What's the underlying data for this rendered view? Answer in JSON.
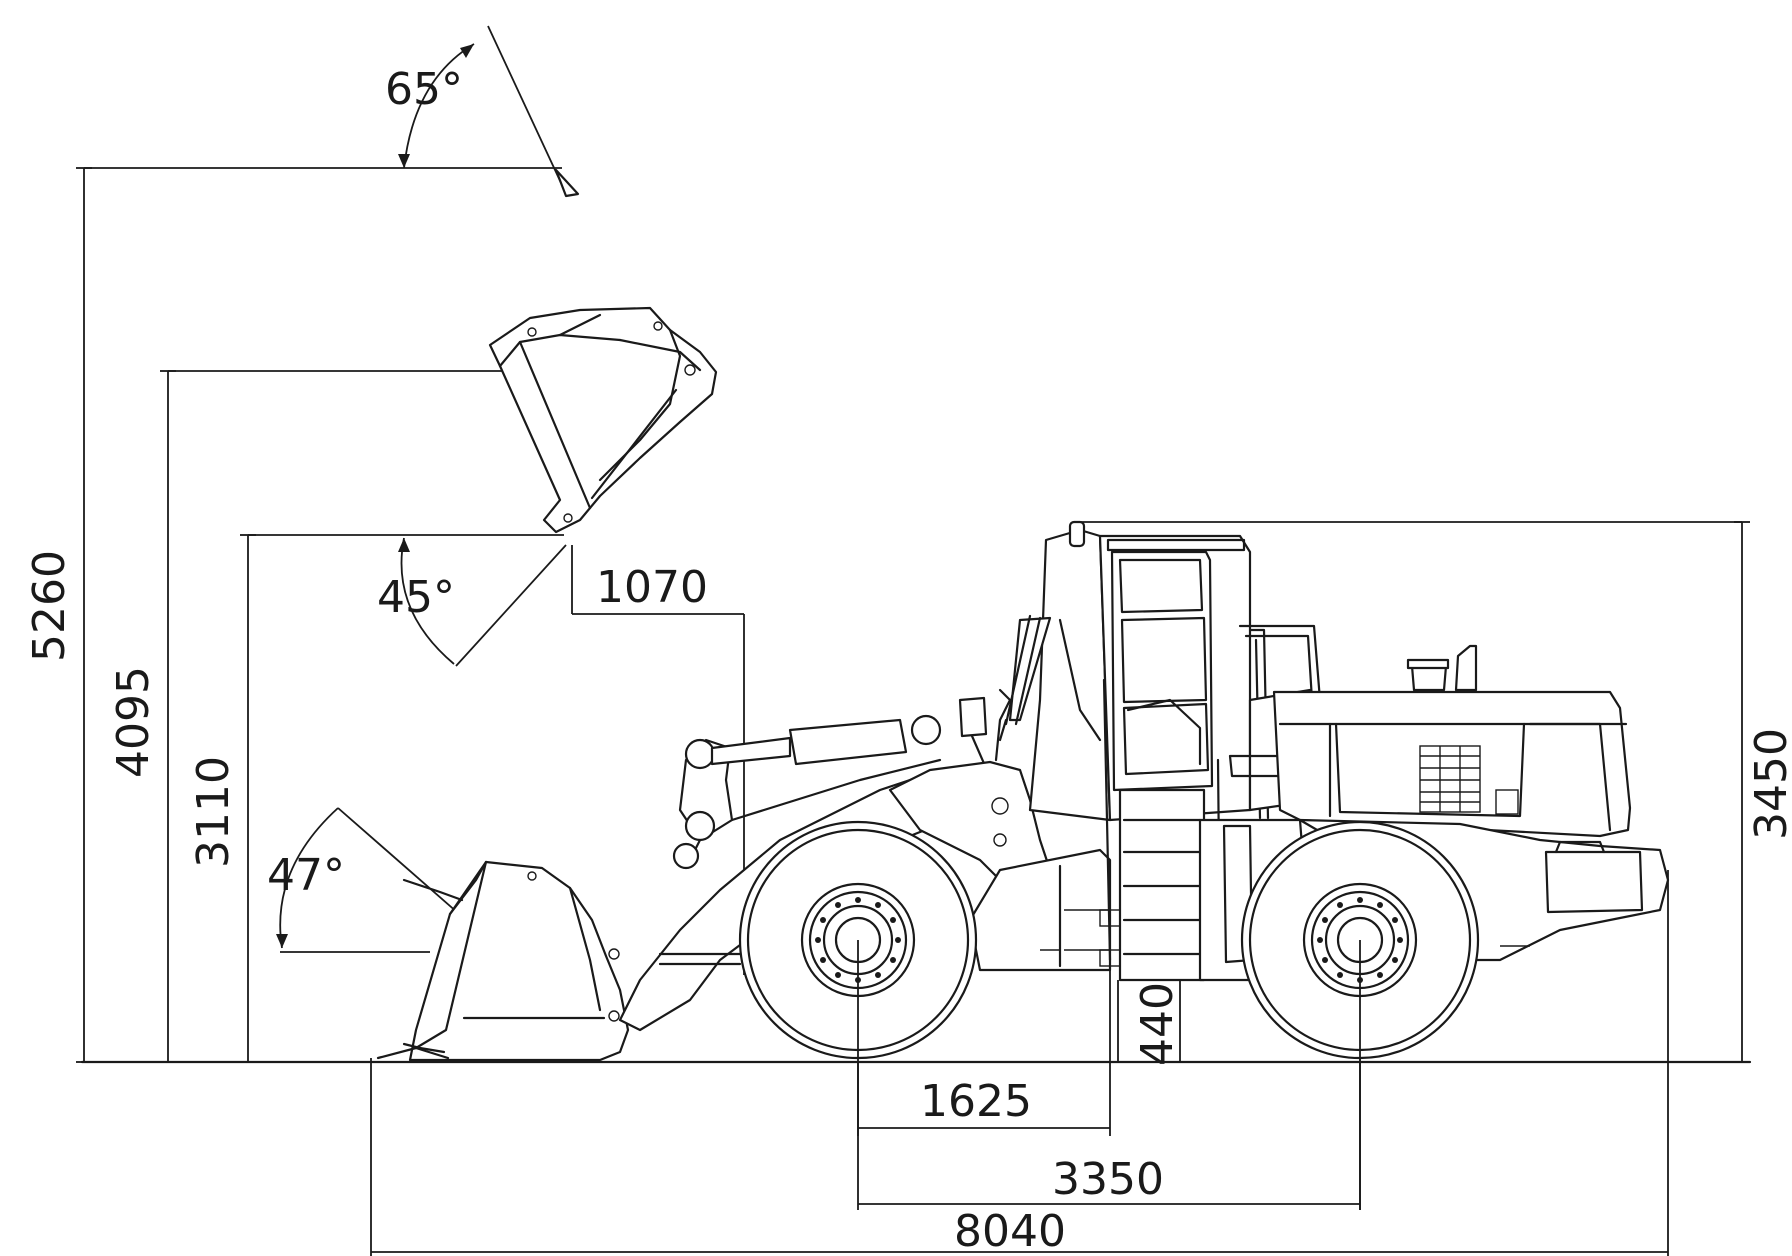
{
  "dimensions": {
    "max_dump_height": "5260",
    "hinge_pin_height": "4095",
    "dump_clearance": "3110",
    "overall_height": "3450",
    "ground_clearance": "440",
    "dump_reach": "1070",
    "front_axle_to_center": "1625",
    "wheelbase": "3350",
    "overall_length": "8040"
  },
  "angles": {
    "rollback_at_max_height": "65°",
    "dump_angle": "45°",
    "rollback_at_ground": "47°"
  }
}
